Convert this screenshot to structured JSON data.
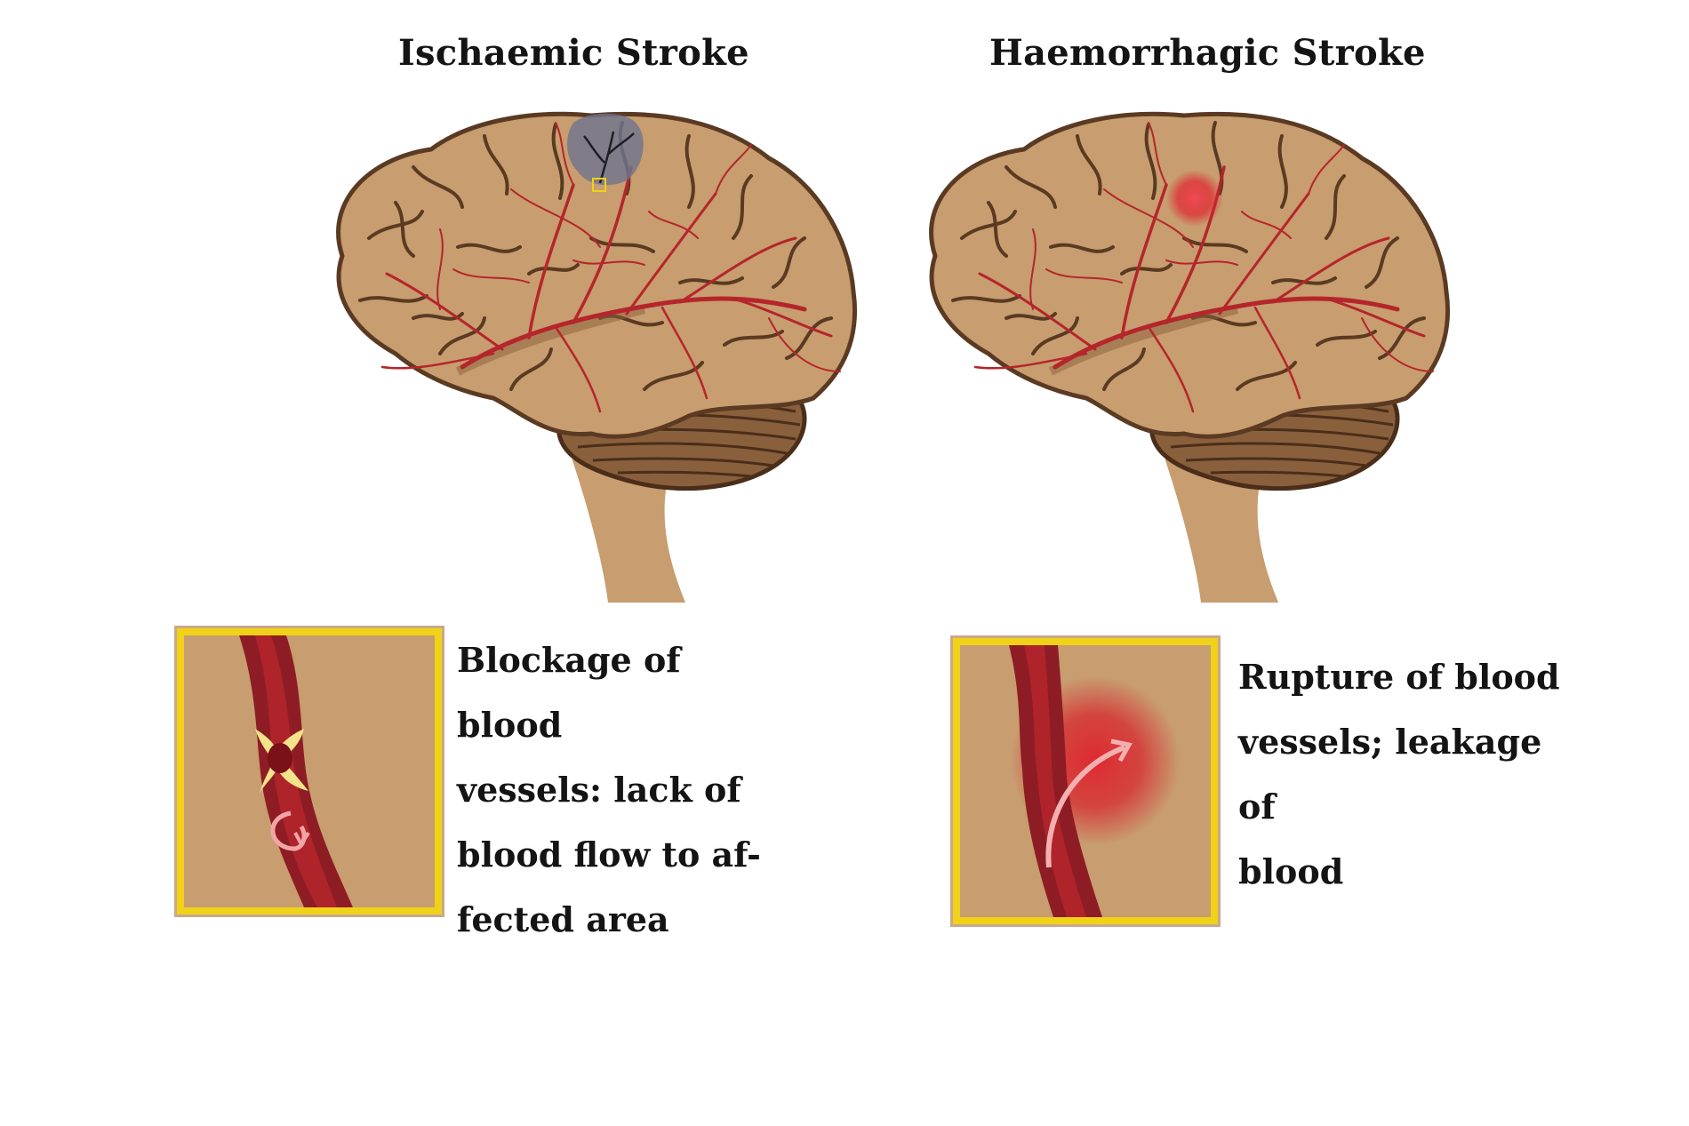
{
  "ischaemic": {
    "title": "Ischaemic Stroke",
    "caption_lines": [
      "Blockage of blood",
      "vessels: lack of",
      "blood flow to af-",
      "fected area"
    ]
  },
  "haemorrhagic": {
    "title": "Haemorrhagic Stroke",
    "caption_lines": [
      "Rupture of blood",
      "vessels; leakage of",
      "blood"
    ]
  },
  "colors": {
    "brain": "#c89d6f",
    "brain_outline": "#5a3a22",
    "vessel": "#b5252c",
    "highlight_border": "#f0d219",
    "clot_region": "#6e7590",
    "bleed": "#e0242f"
  }
}
